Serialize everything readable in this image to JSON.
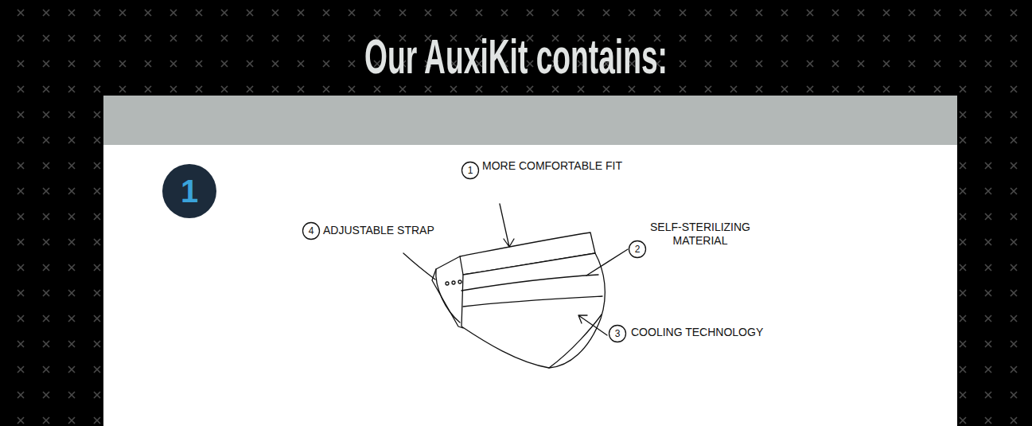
{
  "diagram": {
    "title": "Our AuxiKit contains:",
    "nodes": [
      {
        "text": [
          "1"
        ]
      }
    ],
    "labels": [
      "1",
      "MORE COMFORTABLE FIT",
      "4",
      "ADJUSTABLE STRAP",
      "SELF-STERILIZING MATERIAL",
      "2",
      "3",
      "COOLING TECHNOLOGY"
    ]
  }
}
